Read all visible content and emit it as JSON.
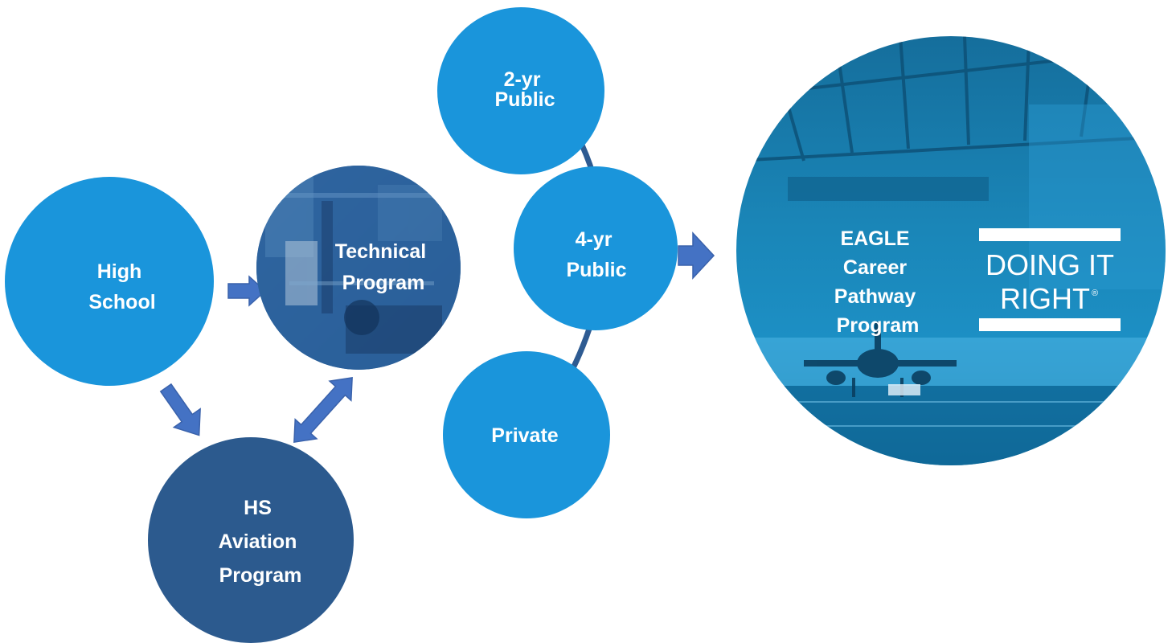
{
  "colors": {
    "node_light": "#1a95db",
    "node_dark": "#2c5a8e",
    "arrow": "#4472c4",
    "connector": "#2e5b92"
  },
  "nodes": {
    "high_school": {
      "lines": [
        "High",
        "School"
      ]
    },
    "technical_program": {
      "lines": [
        "Technical",
        "Program"
      ]
    },
    "hs_aviation": {
      "lines": [
        "HS",
        "Aviation",
        "Program"
      ]
    },
    "two_yr_public": {
      "lines": [
        "2-yr",
        "Public"
      ]
    },
    "four_yr_public": {
      "lines": [
        "4-yr",
        "Public"
      ]
    },
    "private": {
      "lines": [
        "Private"
      ]
    },
    "eagle": {
      "lines": [
        "EAGLE",
        "Career",
        "Pathway",
        "Program"
      ]
    }
  },
  "logo": {
    "line1": "DOING IT",
    "line2": "RIGHT",
    "mark": "®"
  }
}
